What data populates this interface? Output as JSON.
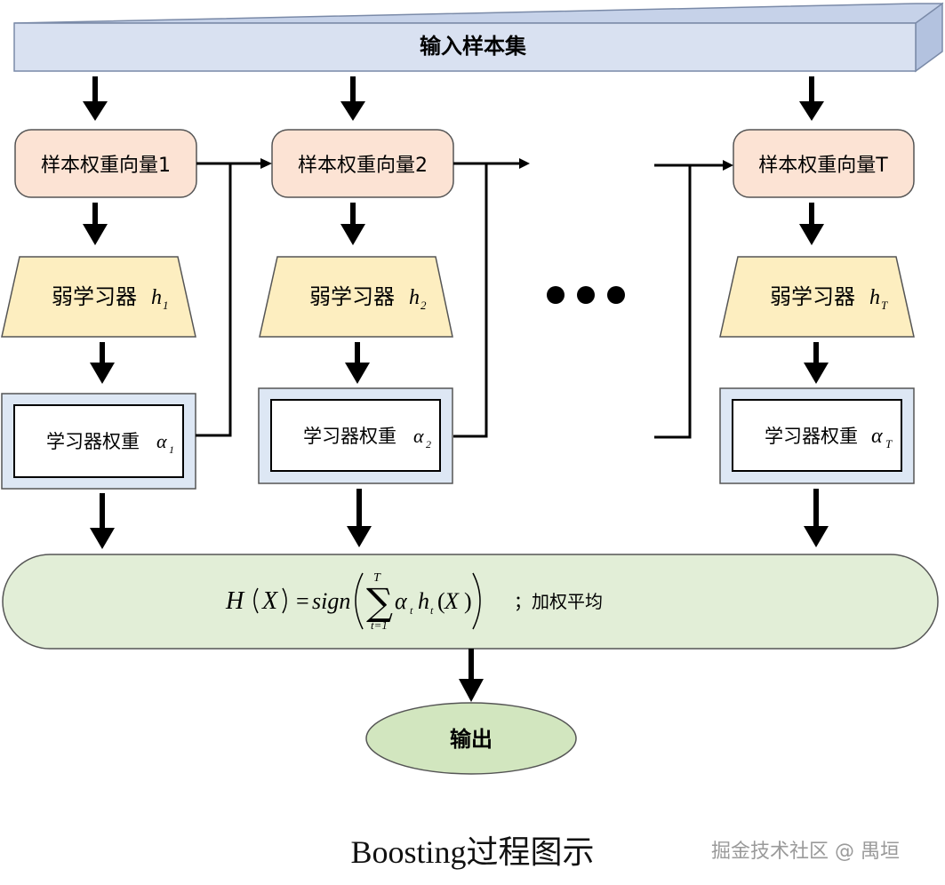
{
  "input_label": "输入样本集",
  "weight_vectors": [
    "样本权重向量1",
    "样本权重向量2",
    "样本权重向量T"
  ],
  "weak_learner_label": "弱学习器",
  "weak_learner_symbols": [
    {
      "base": "h",
      "sub": "1"
    },
    {
      "base": "h",
      "sub": "2"
    },
    {
      "base": "h",
      "sub": "T"
    }
  ],
  "learner_weight_label": "学习器权重",
  "learner_weight_symbols": [
    {
      "base": "α",
      "sub": "1"
    },
    {
      "base": "α",
      "sub": "2"
    },
    {
      "base": "α",
      "sub": "T"
    }
  ],
  "formula": {
    "lhs": "H",
    "arg": "X",
    "eq": "=",
    "fn": "sign",
    "sum_upper": "T",
    "sum_lower": "t=1",
    "term_alpha": "α",
    "term_h": "h",
    "sub_t": "t",
    "note": "；加权平均"
  },
  "output_label": "输出",
  "caption": "Boosting过程图示",
  "watermark": "掘金技术社区 @ 禺垣",
  "colors": {
    "input_fill": "#d9e1f1",
    "weight_vector_fill": "#fce3d4",
    "weak_learner_fill": "#fdeec0",
    "learner_weight_fill": "#dde7f4",
    "formula_fill": "#e2eed7",
    "output_fill": "#d2e6bf",
    "stroke": "#000000"
  }
}
